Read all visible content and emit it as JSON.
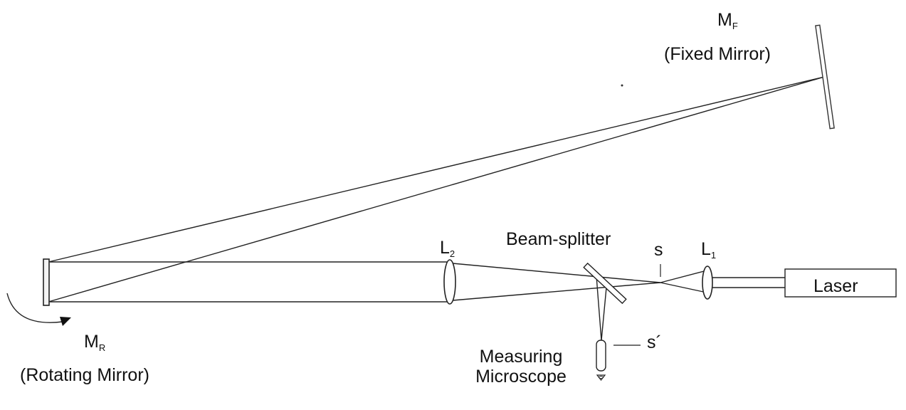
{
  "diagram": {
    "fixed_mirror": {
      "symbol": "M",
      "subscript": "F",
      "caption": "(Fixed Mirror)"
    },
    "rotating_mirror": {
      "symbol": "M",
      "subscript": "R",
      "caption": "(Rotating Mirror)"
    },
    "lens2": {
      "symbol": "L",
      "subscript": "2"
    },
    "lens1": {
      "symbol": "L",
      "subscript": "1"
    },
    "beam_splitter": {
      "label": "Beam-splitter"
    },
    "source_point": {
      "label": "s"
    },
    "image_point": {
      "label": "s´"
    },
    "microscope": {
      "line1": "Measuring",
      "line2": "Microscope"
    },
    "laser": {
      "label": "Laser"
    }
  }
}
